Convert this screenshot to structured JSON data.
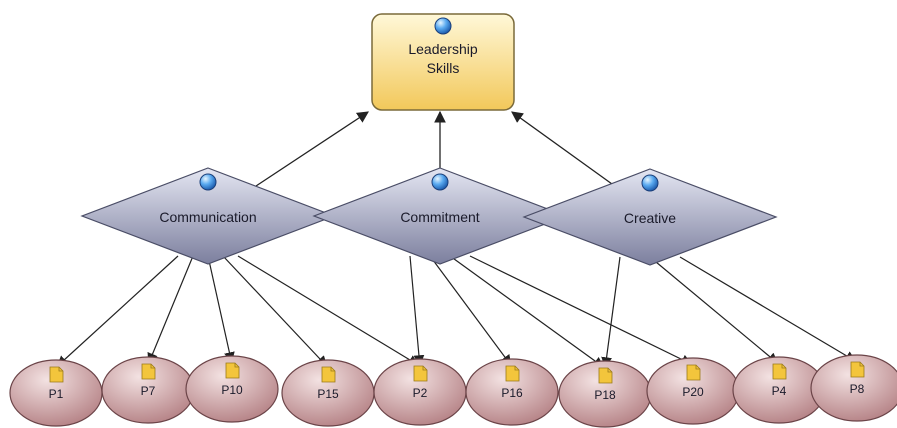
{
  "root": {
    "label_lines": [
      "Leadership",
      "Skills"
    ],
    "fill_top": "#fff8d8",
    "fill_bottom": "#f2c85a",
    "stroke": "#7a6a3a"
  },
  "criteria": [
    {
      "id": "communication",
      "label": "Communication"
    },
    {
      "id": "commitment",
      "label": "Commitment"
    },
    {
      "id": "creative",
      "label": "Creative"
    }
  ],
  "alternatives": [
    {
      "id": "p1",
      "label": "P1"
    },
    {
      "id": "p7",
      "label": "P7"
    },
    {
      "id": "p10",
      "label": "P10"
    },
    {
      "id": "p15",
      "label": "P15"
    },
    {
      "id": "p2",
      "label": "P2"
    },
    {
      "id": "p16",
      "label": "P16"
    },
    {
      "id": "p18",
      "label": "P18"
    },
    {
      "id": "p20",
      "label": "P20"
    },
    {
      "id": "p4",
      "label": "P4"
    },
    {
      "id": "p8",
      "label": "P8"
    }
  ],
  "links": {
    "communication": [
      "p1",
      "p7",
      "p10",
      "p15",
      "p2"
    ],
    "commitment": [
      "p2",
      "p16",
      "p18",
      "p20"
    ],
    "creative": [
      "p18",
      "p4",
      "p8"
    ]
  },
  "colors": {
    "criterion_fill_top": "#e4e6f2",
    "criterion_fill_bottom": "#7c7f9e",
    "alternative_fill_top": "#f0dcdc",
    "alternative_fill_bottom": "#b07a7e",
    "arrow": "#222222",
    "goal_marker": "#3a8fe0",
    "document_marker": "#f3c53c"
  }
}
